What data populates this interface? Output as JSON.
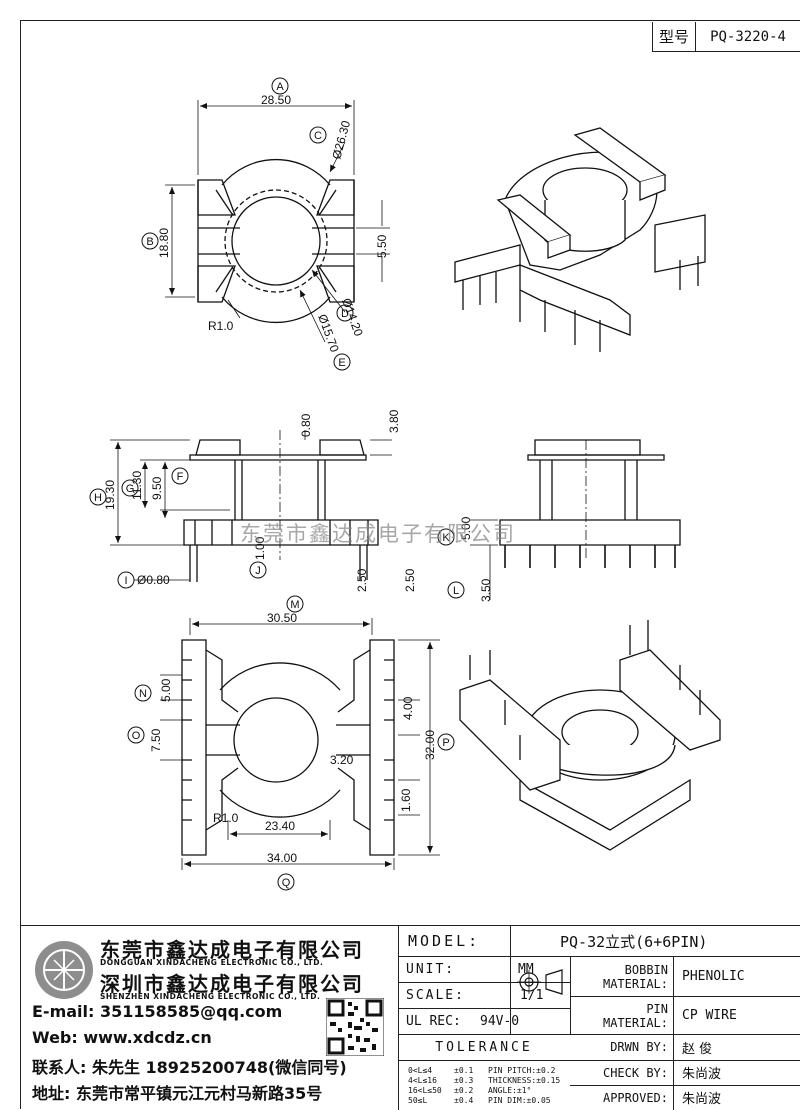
{
  "header": {
    "type_label": "型号",
    "type_value": "PQ-3220-4"
  },
  "top_view": {
    "circle_A": "A",
    "circle_B": "B",
    "circle_C": "C",
    "circle_D": "D",
    "circle_E": "E",
    "dim_A": "28.50",
    "dim_C": "Ø26.30",
    "dim_B": "18.80",
    "dim_slot": "5.50",
    "dim_D": "Ø14.20",
    "dim_E": "Ø15.70",
    "radius": "R1.0"
  },
  "side_view": {
    "circle_H": "H",
    "circle_G": "G",
    "circle_F": "F",
    "circle_J": "J",
    "circle_I": "I",
    "circle_K": "K",
    "circle_L": "L",
    "dim_H": "19.30",
    "dim_G": "11.30",
    "dim_F": "9.50",
    "dim_top": "0.80",
    "dim_flange": "3.80",
    "dim_J": "1.00",
    "dim_pin1": "2.50",
    "dim_pin2": "2.50",
    "dim_I": "Ø0.80",
    "dim_K": "5.00",
    "dim_L": "3.50"
  },
  "bottom_view": {
    "circle_M": "M",
    "circle_N": "N",
    "circle_O": "O",
    "circle_P": "P",
    "circle_Q": "Q",
    "dim_M": "30.50",
    "dim_N": "5.00",
    "dim_O": "7.50",
    "dim_slot": "4.00",
    "dim_P": "32.00",
    "dim_gap": "3.20",
    "dim_low": "1.60",
    "dim_inner": "23.40",
    "dim_Q": "34.00",
    "radius": "R1.0"
  },
  "watermark": "东莞市鑫达成电子有限公司",
  "company": {
    "name1_cn": "东莞市鑫达成电子有限公司",
    "name1_en": "DONGGUAN XINDACHENG ELECTRONIC CO., LTD.",
    "name2_cn": "深圳市鑫达成电子有限公司",
    "name2_en": "SHENZHEN XINDACHENG ELECTRONIC CO., LTD.",
    "email": "E-mail: 351158585@qq.com",
    "web": "Web: www.xdcdz.cn",
    "contact": "联系人: 朱先生 18925200748(微信同号)",
    "address": "地址: 东莞市常平镇元江元村马新路35号"
  },
  "title_block": {
    "model_label": "MODEL:",
    "model_value": "PQ-32立式(6+6PIN)",
    "unit_label": "UNIT:",
    "unit_value": "MM",
    "scale_label": "SCALE:",
    "scale_value": "1/1",
    "ulrec_label": "UL REC:",
    "ulrec_value": "94V-0",
    "tolerance_label": "TOLERANCE",
    "tol": [
      [
        "0<L≤4",
        "±0.1",
        "PIN PITCH:±0.2"
      ],
      [
        "4<L≤16",
        "±0.3",
        "THICKNESS:±0.15"
      ],
      [
        "16<L≤50",
        "±0.2",
        "ANGLE:±1°"
      ],
      [
        "50≤L",
        "±0.4",
        "PIN DIM:±0.05"
      ]
    ],
    "bobbin_label": "BOBBIN MATERIAL:",
    "bobbin_value": "PHENOLIC",
    "pin_label": "PIN MATERIAL:",
    "pin_value": "CP WIRE",
    "drwn_label": "DRWN BY:",
    "drwn_value": "赵  俊",
    "check_label": "CHECK BY:",
    "check_value": "朱尚波",
    "approved_label": "APPROVED:",
    "approved_value": "朱尚波"
  }
}
